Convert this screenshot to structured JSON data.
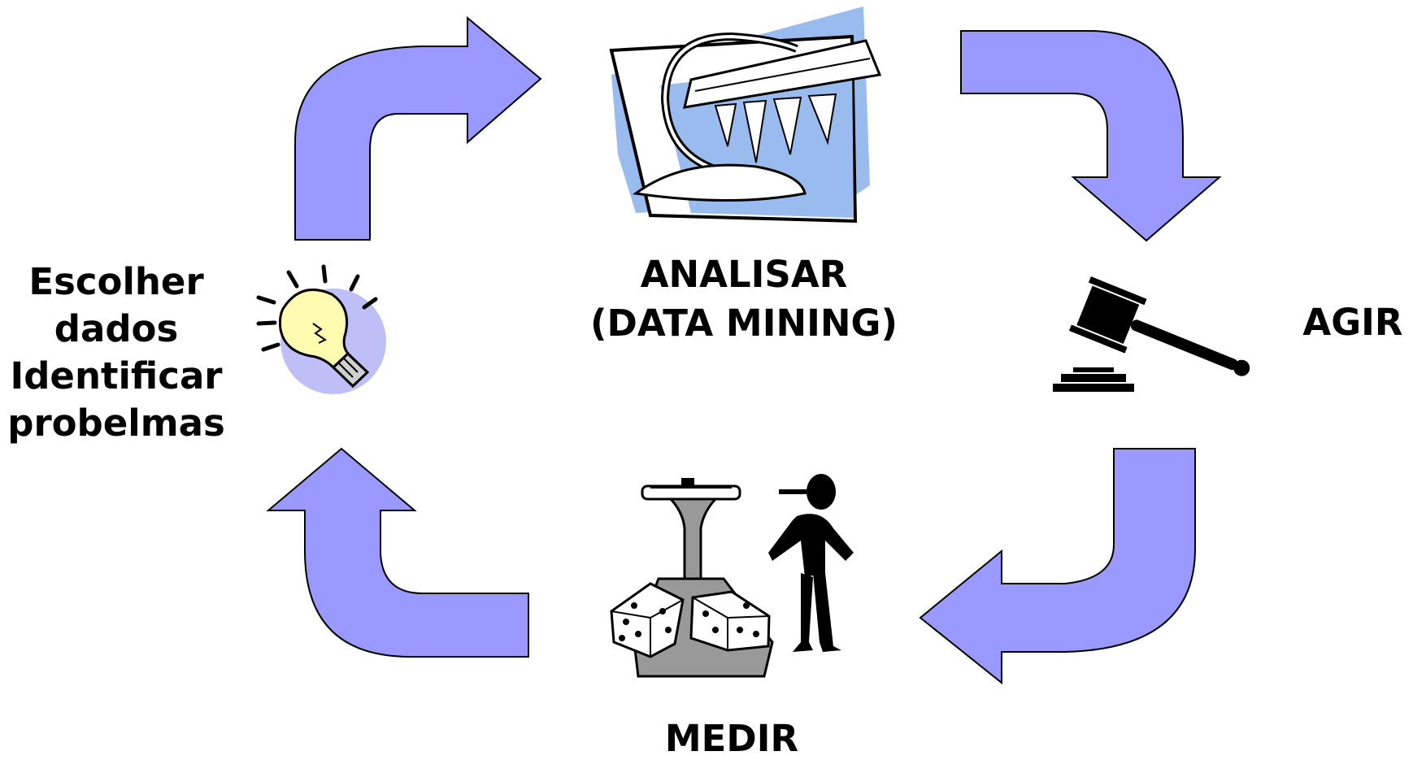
{
  "steps": {
    "collect": {
      "line1": "Escolher",
      "line2": "dados",
      "line3": "Identificar",
      "line4": "probelmas"
    },
    "analyze": {
      "line1": "ANALISAR",
      "line2": "(DATA MINING)"
    },
    "act": {
      "label": "AGIR"
    },
    "measure": {
      "label": "MEDIR"
    }
  },
  "colors": {
    "arrow_fill": "#9999ff",
    "arrow_stroke": "#000000",
    "bulb_glow": "#bfbff7",
    "bulb_glass": "#fffbb0",
    "mining_bg": "#99bbee",
    "scale_gray": "#999999"
  },
  "icons": [
    "lightbulb-icon",
    "mining-tool-icon",
    "gavel-icon",
    "scale-and-dice-icon"
  ]
}
